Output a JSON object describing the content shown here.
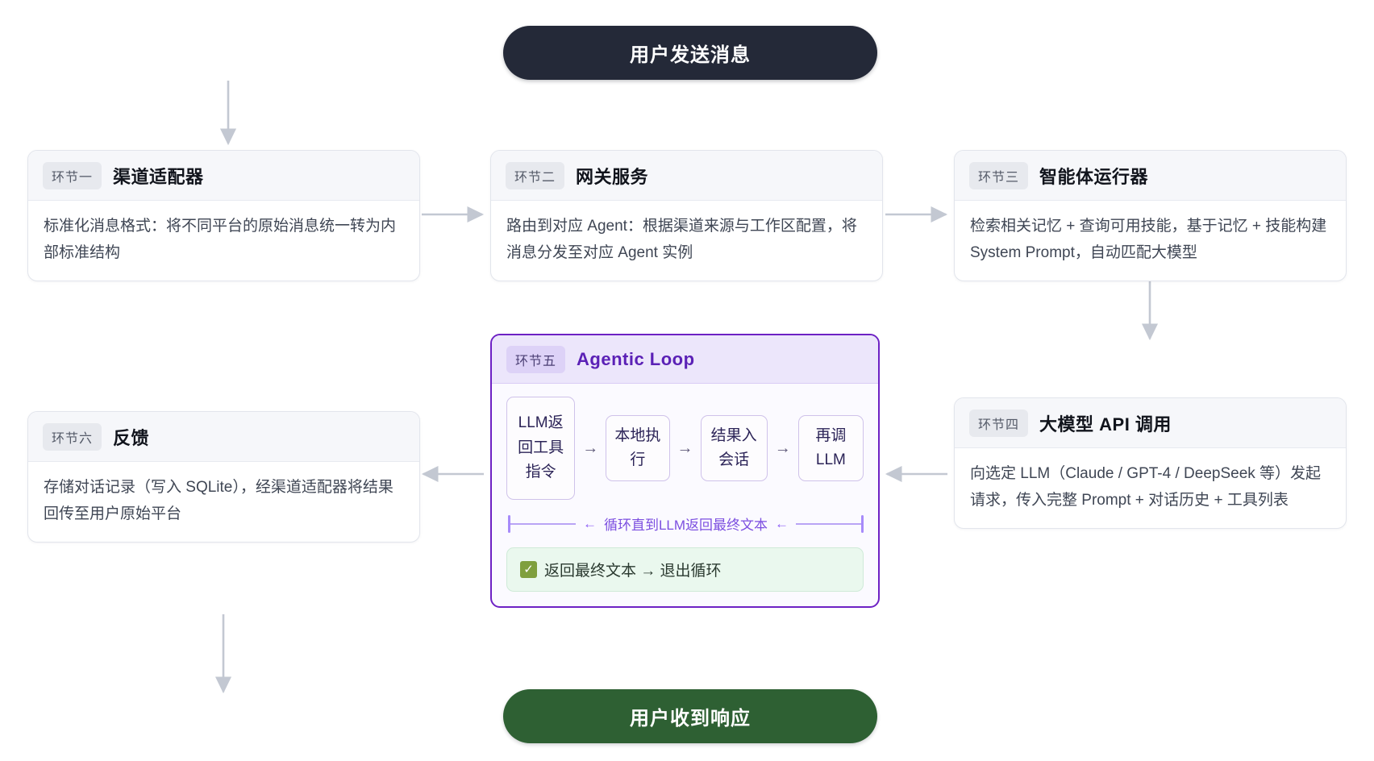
{
  "diagram": {
    "start_node": {
      "label": "用户发送消息",
      "color": "#242938"
    },
    "end_node": {
      "label": "用户收到响应",
      "color": "#2e6033"
    },
    "stages": [
      {
        "id": "card1",
        "badge": "环节一",
        "title": "渠道适配器",
        "body": "标准化消息格式：将不同平台的原始消息统一转为内部标准结构"
      },
      {
        "id": "card2",
        "badge": "环节二",
        "title": "网关服务",
        "body": "路由到对应 Agent：根据渠道来源与工作区配置，将消息分发至对应 Agent 实例"
      },
      {
        "id": "card3",
        "badge": "环节三",
        "title": "智能体运行器",
        "body": "检索相关记忆 + 查询可用技能，基于记忆 + 技能构建 System Prompt，自动匹配大模型"
      },
      {
        "id": "card4",
        "badge": "环节四",
        "title": "大模型 API 调用",
        "body": "向选定 LLM（Claude / GPT-4 / DeepSeek 等）发起请求，传入完整 Prompt + 对话历史 + 工具列表"
      },
      {
        "id": "card6",
        "badge": "环节六",
        "title": "反馈",
        "body": "存储对话记录（写入 SQLite），经渠道适配器将结果回传至用户原始平台"
      }
    ],
    "loop": {
      "badge": "环节五",
      "title": "Agentic Loop",
      "accent_color": "#6d21c4",
      "steps": [
        {
          "label": "LLM返回工具指令"
        },
        {
          "label": "本地执行"
        },
        {
          "label": "结果入会话"
        },
        {
          "label": "再调LLM"
        }
      ],
      "step_arrow": "→",
      "return_arrow": "←",
      "return_label": "循环直到LLM返回最终文本",
      "exit": {
        "check_icon": "✓",
        "label": "返回最终文本 → 退出循环"
      }
    }
  }
}
